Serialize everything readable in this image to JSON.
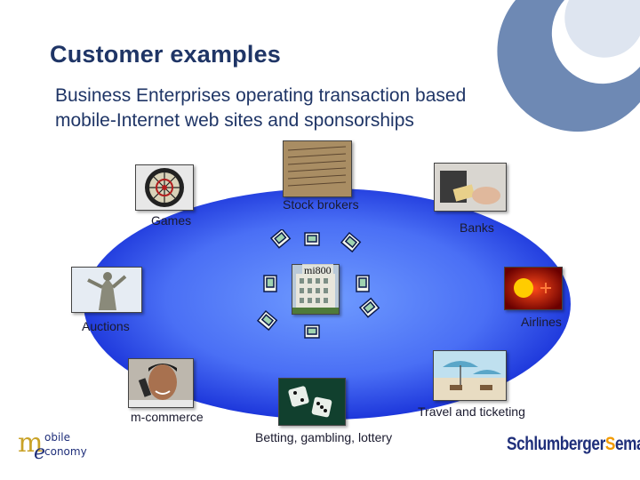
{
  "slide": {
    "title": "Customer examples",
    "subtitle_line1": "Business Enterprises operating transaction based",
    "subtitle_line2": "mobile-Internet web sites and sponsorships"
  },
  "diagram": {
    "center_label": "mi800",
    "categories": [
      {
        "key": "games",
        "label": "Games",
        "icon": "dartboard-photo"
      },
      {
        "key": "stock",
        "label": "Stock brokers",
        "icon": "newspaper-photo"
      },
      {
        "key": "banks",
        "label": "Banks",
        "icon": "bank-card-photo"
      },
      {
        "key": "auctions",
        "label": "Auctions",
        "icon": "statue-photo"
      },
      {
        "key": "airlines",
        "label": "Airlines",
        "icon": "sun-plane-photo"
      },
      {
        "key": "mcommerce",
        "label": "m-commerce",
        "icon": "phone-man-photo"
      },
      {
        "key": "betting",
        "label": "Betting, gambling, lottery",
        "icon": "dice-photo"
      },
      {
        "key": "travel",
        "label": "Travel and ticketing",
        "icon": "beach-photo"
      }
    ]
  },
  "logos": {
    "left_logo": "mobile economy",
    "right_logo_a": "Schlumberger",
    "right_logo_b": "S",
    "right_logo_c": "ema"
  },
  "colors": {
    "title": "#1f3566",
    "ellipse_center": "#5b8cff",
    "ellipse_edge": "#0a1fd0",
    "corner_ring": "#6e89b4",
    "accent_orange": "#f29a00"
  }
}
